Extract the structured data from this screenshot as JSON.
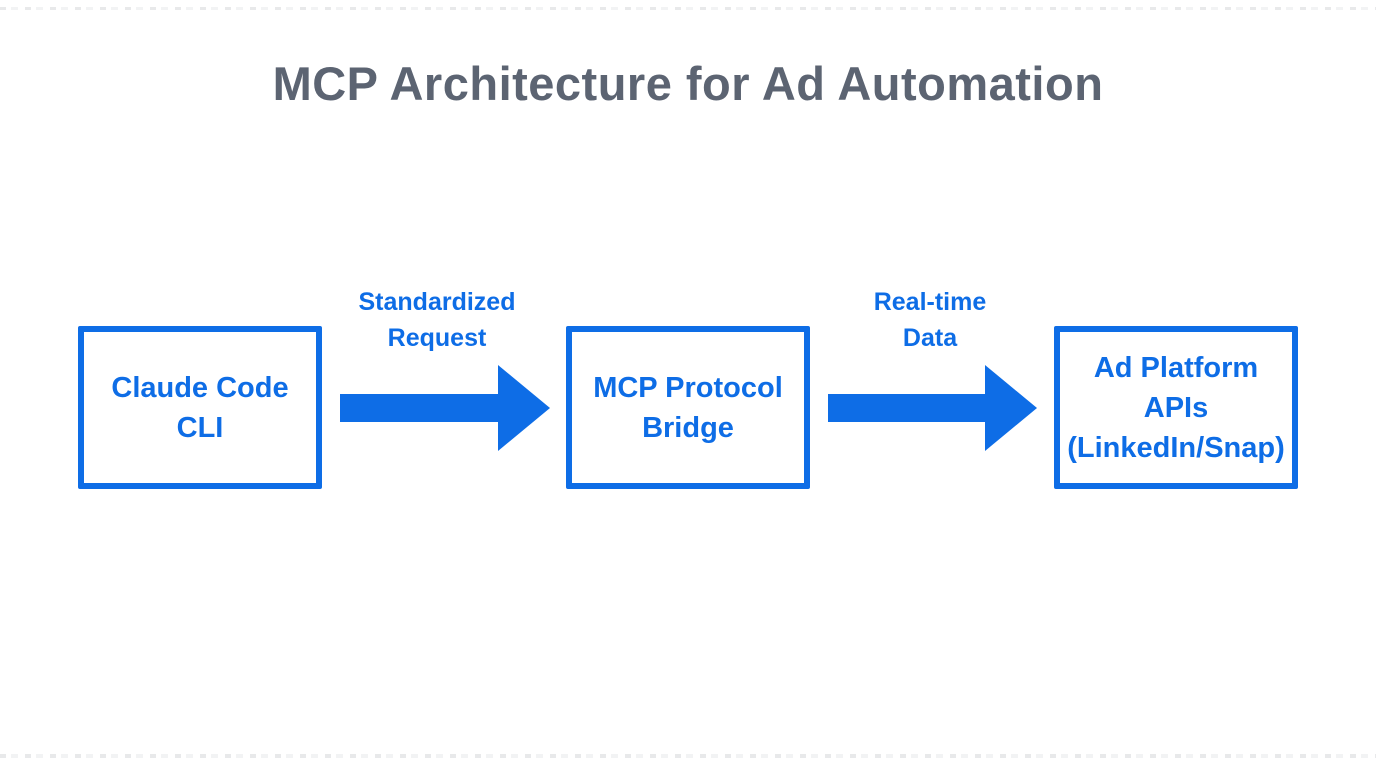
{
  "page": {
    "title": "MCP Architecture for Ad Automation"
  },
  "colors": {
    "accent_blue": "#0E6DE6",
    "title_gray": "#5C6472",
    "background": "#FFFFFF"
  },
  "diagram": {
    "nodes": [
      {
        "id": "claude-code-cli",
        "label_lines": [
          "Claude Code",
          "CLI"
        ]
      },
      {
        "id": "mcp-protocol-bridge",
        "label_lines": [
          "MCP Protocol",
          "Bridge"
        ]
      },
      {
        "id": "ad-platform-apis",
        "label_lines": [
          "Ad Platform",
          "APIs",
          "(LinkedIn/Snap)"
        ]
      }
    ],
    "edges": [
      {
        "from": "claude-code-cli",
        "to": "mcp-protocol-bridge",
        "label_lines": [
          "Standardized",
          "Request"
        ],
        "arrow_icon": "arrow-right"
      },
      {
        "from": "mcp-protocol-bridge",
        "to": "ad-platform-apis",
        "label_lines": [
          "Real-time",
          "Data"
        ],
        "arrow_icon": "arrow-right"
      }
    ]
  }
}
